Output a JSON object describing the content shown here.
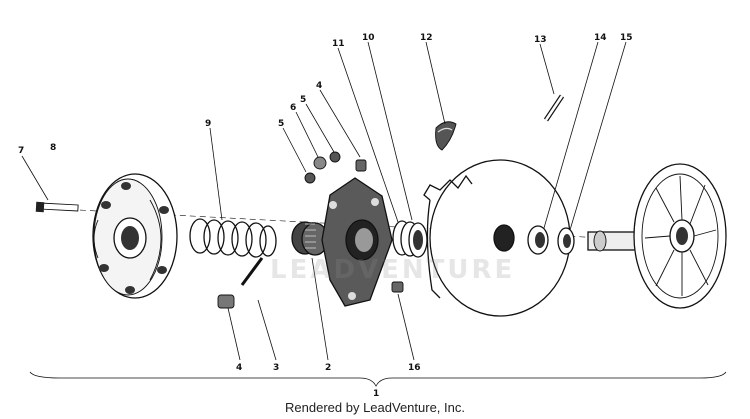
{
  "diagram": {
    "callouts": {
      "n1": "1",
      "n2": "2",
      "n3": "3",
      "n4a": "4",
      "n4b": "4",
      "n5a": "5",
      "n5b": "5",
      "n6": "6",
      "n7": "7",
      "n8": "8",
      "n9": "9",
      "n10": "10",
      "n11": "11",
      "n12": "12",
      "n13": "13",
      "n14": "14",
      "n15": "15",
      "n16": "16"
    },
    "watermark": "LEADVENTURE"
  },
  "footer": {
    "credit": "Rendered by LeadVenture, Inc."
  }
}
